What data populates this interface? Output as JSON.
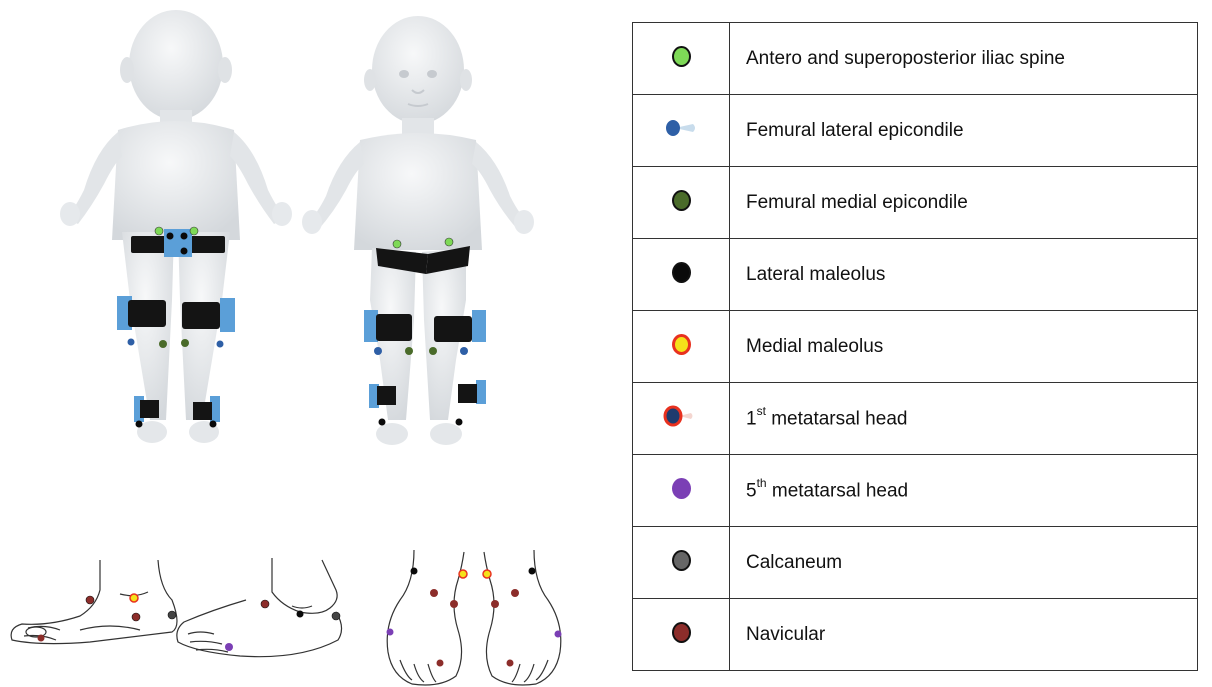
{
  "colors": {
    "iliac_spine": "#7ed957",
    "femoral_lateral": "#2e5fa6",
    "femoral_medial": "#4a6b2a",
    "lateral_maleolus": "#0a0a0a",
    "medial_maleolus": "#f5e11a",
    "medial_maleolus_ring": "#e8311f",
    "metatarsal1": "#1e3b6e",
    "metatarsal1_ring": "#e8311f",
    "metatarsal5": "#7b3fb5",
    "calcaneum": "#666666",
    "navicular": "#8c2d2a",
    "strap": "#141414",
    "pad": "#5b9fd8",
    "body": "#e9ecef"
  },
  "legend": [
    {
      "icon": "green-circle-icon",
      "label": "Antero and superoposterior iliac spine"
    },
    {
      "icon": "blue-oval-icon",
      "label": "Femural lateral epicondile"
    },
    {
      "icon": "dark-green-circle-icon",
      "label": "Femural medial epicondile"
    },
    {
      "icon": "black-circle-icon",
      "label": "Lateral maleolus"
    },
    {
      "icon": "yellow-red-ring-icon",
      "label": "Medial maleolus"
    },
    {
      "icon": "navy-red-ring-icon",
      "sup": "st",
      "prefix": "1",
      "label": " metatarsal head"
    },
    {
      "icon": "purple-circle-icon",
      "sup": "th",
      "prefix": "5",
      "label": " metatarsal head"
    },
    {
      "icon": "grey-circle-icon",
      "label": "Calcaneum"
    },
    {
      "icon": "brown-circle-icon",
      "label": "Navicular"
    }
  ]
}
